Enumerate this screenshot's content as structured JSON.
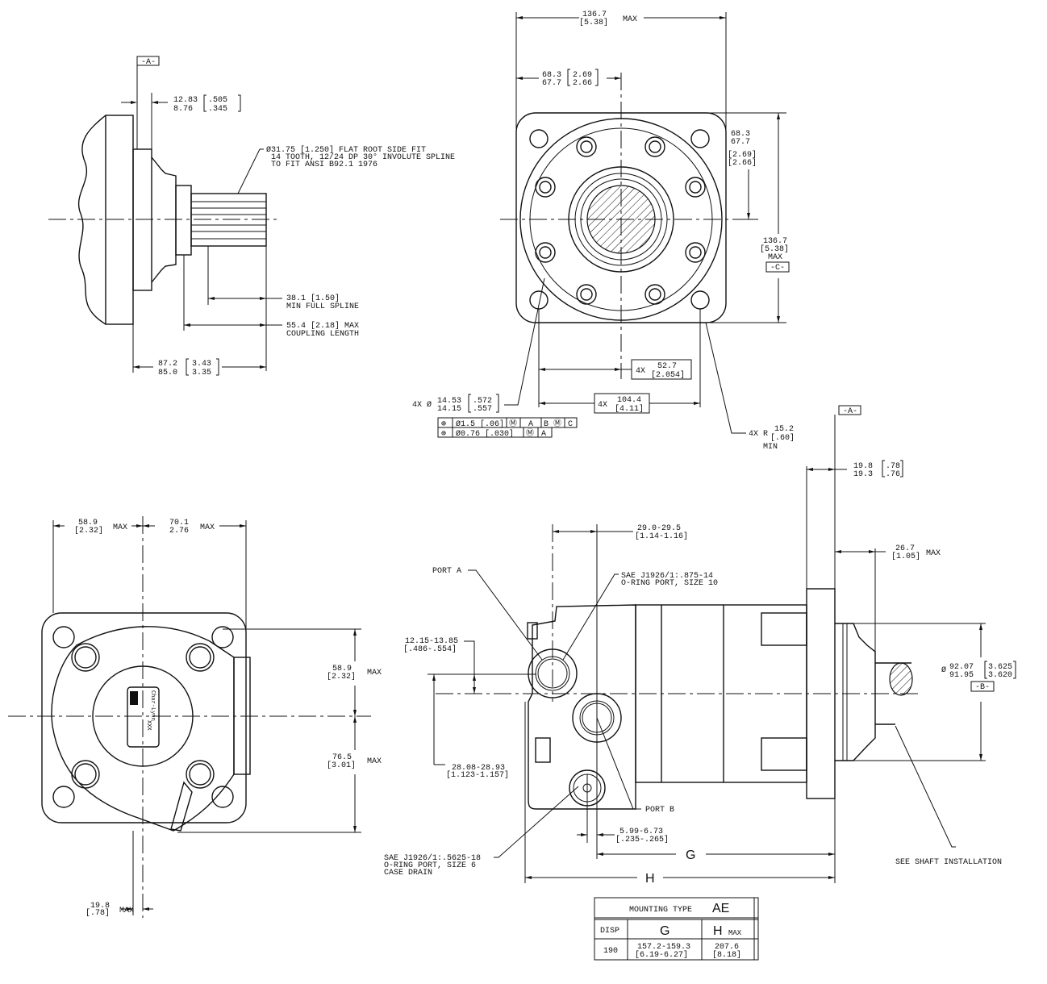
{
  "side_view": {
    "datum_a": "-A-",
    "flange_dim_mm": [
      "12.83",
      "8.76"
    ],
    "flange_dim_in": [
      ".505",
      ".345"
    ],
    "spline_note": [
      "Ø31.75 [1.250] FLAT ROOT SIDE FIT",
      "14 TOOTH, 12/24 DP 30° INVOLUTE SPLINE",
      "TO FIT ANSI B92.1 1976"
    ],
    "min_spline": [
      "38.1 [1.50]",
      "MIN FULL SPLINE"
    ],
    "coupling_length": [
      "55.4 [2.18] MAX",
      "COUPLING LENGTH"
    ],
    "overall_mm": [
      "87.2",
      "85.0"
    ],
    "overall_in": [
      "3.43",
      "3.35"
    ]
  },
  "front_view": {
    "width_dim": [
      "136.7",
      "[5.38]",
      "MAX"
    ],
    "half_width_mm": [
      "68.3",
      "67.7"
    ],
    "half_width_in": [
      "2.69",
      "2.66"
    ],
    "half_height_mm": [
      "68.3",
      "67.7"
    ],
    "half_height_in": [
      "[2.69]",
      "[2.66]"
    ],
    "height_dim": [
      "136.7",
      "[5.38]",
      "MAX"
    ],
    "datum_c": "-C-",
    "bolt_half": [
      "4X",
      "52.7",
      "[2.054]"
    ],
    "bolt_full": [
      "4X",
      "104.4",
      "[4.11]"
    ],
    "hole_dim": {
      "prefix": "4X Ø",
      "mm": [
        "14.53",
        "14.15"
      ],
      "in": [
        ".572",
        ".557"
      ]
    },
    "fcf": [
      [
        "⊕",
        "Ø1.5 [.06]",
        "Ⓜ",
        "A",
        "B Ⓜ",
        "C"
      ],
      [
        "⊕",
        "Ø0.76 [.030]",
        "Ⓜ",
        "A"
      ]
    ],
    "radius_dim": [
      "4X R",
      "15.2",
      "[.60]",
      "MIN"
    ]
  },
  "end_view": {
    "left_width": [
      "58.9",
      "[2.32]",
      "MAX"
    ],
    "right_width": [
      "70.1",
      "2.76",
      "MAX"
    ],
    "upper_height": [
      "58.9",
      "[2.32]",
      "MAX"
    ],
    "lower_height": [
      "76.5",
      "[3.01]",
      "MAX"
    ],
    "offset": [
      "19.8",
      "[.78]",
      "MAX"
    ],
    "nameplate": [
      "Char-Lynn",
      "XXX"
    ]
  },
  "profile_view": {
    "datum_a": "-A-",
    "flange_thk_mm": [
      "19.8",
      "19.3"
    ],
    "flange_thk_in": [
      ".78",
      ".76"
    ],
    "port_spacing": [
      "29.0-29.5",
      "[1.14-1.16]"
    ],
    "pilot_len": [
      "26.7",
      "[1.05]",
      "MAX"
    ],
    "port_a": "PORT A",
    "port_note": [
      "SAE J1926/1:.875-14",
      "O-RING PORT, SIZE 10"
    ],
    "port_a_offset": [
      "12.15-13.85",
      "[.486-.554]"
    ],
    "pilot_dia_mm": [
      "92.07",
      "91.95"
    ],
    "pilot_dia_in": [
      "3.625",
      "3.620"
    ],
    "pilot_dia_prefix": "Ø",
    "datum_b": "-B-",
    "port_b_offset": [
      "28.08-28.93",
      "[1.123-1.157]"
    ],
    "port_b": "PORT B",
    "drain_offset": [
      "5.99-6.73",
      "[.235-.265]"
    ],
    "drain_note": [
      "SAE J1926/1:.5625-18",
      "O-RING PORT, SIZE 6",
      "CASE DRAIN"
    ],
    "g_label": "G",
    "h_label": "H",
    "shaft_note": "SEE SHAFT INSTALLATION"
  },
  "table": {
    "title": "MOUNTING TYPE",
    "type": "AE",
    "headers": [
      "DISP",
      "G",
      "H",
      "MAX"
    ],
    "row": {
      "disp": "190",
      "g": [
        "157.2-159.3",
        "[6.19-6.27]"
      ],
      "h": [
        "207.6",
        "[8.18]"
      ]
    }
  }
}
